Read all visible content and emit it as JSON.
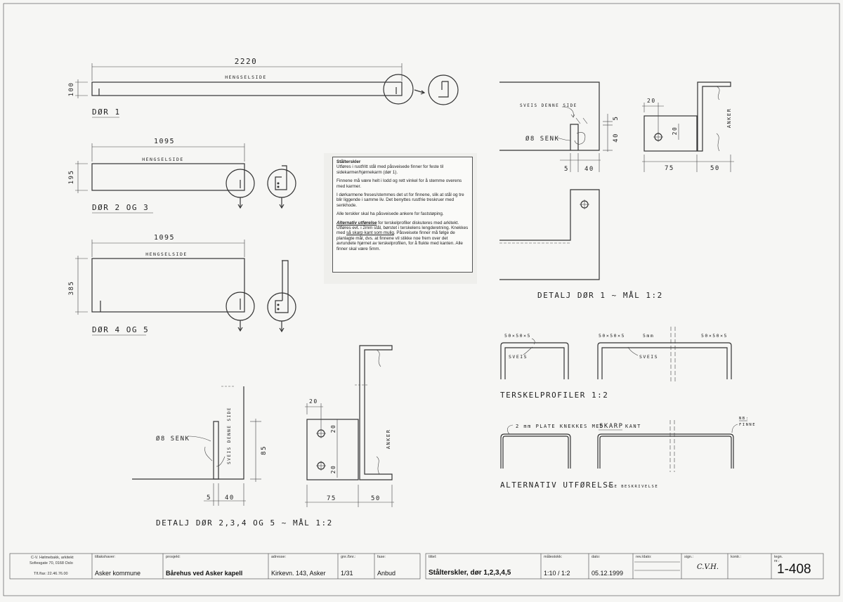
{
  "drawing": {
    "door1": {
      "title": "DØR 1",
      "width": "2220",
      "height": "100",
      "side": "HENGSELSIDE"
    },
    "door23": {
      "title": "DØR 2 OG 3",
      "width": "1095",
      "height": "195",
      "side": "HENGSELSIDE"
    },
    "door45": {
      "title": "DØR 4 OG 5",
      "width": "1095",
      "height": "385",
      "side": "HENGSELSIDE"
    },
    "detail1": {
      "title": "DETALJ DØR 1 ~ MÅL 1:2",
      "weld_note": "SVEIS DENNE SIDE",
      "countersink": "Ø8 SENK",
      "anchor": "ANKER",
      "dims": {
        "d5": "5",
        "d40": "40",
        "v5": "5",
        "v40": "40",
        "d20a": "20",
        "d20b": "20",
        "d75": "75",
        "d50": "50"
      }
    },
    "detail2345": {
      "title": "DETALJ DØR 2,3,4 OG 5 ~ MÅL 1:2",
      "weld_note": "SVEIS DENNE SIDE",
      "countersink": "Ø8 SENK",
      "anchor": "ANKER",
      "dims": {
        "d5": "5",
        "d40": "40",
        "d85": "85",
        "d20a": "20",
        "d20b": "20",
        "d20c": "20",
        "d75": "75",
        "d50": "50"
      }
    },
    "threshold": {
      "title": "TERSKELPROFILER 1:2",
      "p1_size": "50×50×5",
      "p1_weld": "SVEIS",
      "p2_size_a": "50×50×5",
      "p2_gap": "5mm",
      "p2_size_b": "50×50×5",
      "p2_weld": "SVEIS"
    },
    "alternative": {
      "title": "ALTERNATIV UTFØRELSE",
      "subtitle": "~SE BESKRIVELSE",
      "note_a": "2 mm PLATE KNEKKES MED",
      "note_b": "SKARP",
      "note_c": "KANT",
      "nb_a": "NB:",
      "nb_b": "FINNE"
    }
  },
  "notes": {
    "title": "Stålterskler",
    "p1": "Utføres i rustfritt stål med påsveisede finner for feste til sidekarmer/hjørnekarm (dør 1).",
    "p2": "Finnene må være helt i lodd og rett vinkel for å stemme overens med karmer.",
    "p3": "I dørkarmene freses/stemmes det ut for finnene, slik at stål og tre blir liggende i samme liv. Det benyttes rustfrie treskruer med senkhode.",
    "p4": "Alle terskler skal ha påsveisede ankere for faststøping.",
    "p5_bold": "Alternativ utførelse",
    "p5_a": " for terskelprofiler diskuteres med arkitekt. Utføres evt. i 2mm stål, børstet i terskelens lengderetning. Knekkes med ",
    "p5_u": "så skarp kant som mulig",
    "p5_b": ". Påsveisete finner må følge de planlagte mål, dvs. at finnene vil stikke noe frem over det avrundete hjørnet av terskelprofilen, for å flukte med kanten. Alle finner skal være 5mm."
  },
  "titleblock": {
    "architect_1": "C-V. Hølmebakk, arkitekt",
    "architect_2": "Sofiesgate 70, 0168 Oslo",
    "architect_3": "Tlf./fax: 22.46.76.00",
    "client_label": "tiltakshaver:",
    "client": "Asker kommune",
    "project_label": "prosjekt:",
    "project": "Bårehus ved Asker kapell",
    "address_label": "adresse:",
    "address": "Kirkevn. 143, Asker",
    "gnr_label": "gnr./bnr.:",
    "gnr": "1/31",
    "phase_label": "fase:",
    "phase": "Anbud",
    "title_label": "tittel:",
    "title": "Stålterskler, dør 1,2,3,4,5",
    "scale_label": "målestokk:",
    "scale": "1:10 / 1:2",
    "date_label": "dato:",
    "date": "05.12.1999",
    "rev_label": "rev./dato:",
    "sign_label": "sign.:",
    "sign": "C.V.H.",
    "control_label": "kontr.:",
    "drawing_no_label": "tegn. nr.:",
    "drawing_no": "1-408"
  }
}
